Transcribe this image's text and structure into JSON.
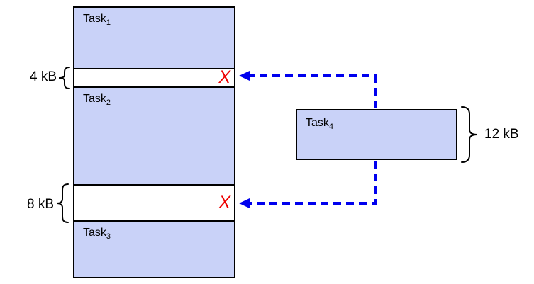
{
  "diagram_type": "memory-fragmentation",
  "colors": {
    "block_fill": "#c9d2f8",
    "block_border": "#000000",
    "arrow_blue": "#0000ee",
    "reject_red": "#ee0000",
    "background": "#ffffff"
  },
  "memory_map": {
    "blocks": [
      {
        "name": "Task",
        "sub": "1"
      },
      {
        "name": "Task",
        "sub": "2"
      },
      {
        "name": "Task",
        "sub": "3"
      }
    ],
    "free_gaps": [
      {
        "size_label": "4 kB",
        "reject_mark": "X"
      },
      {
        "size_label": "8 kB",
        "reject_mark": "X"
      }
    ]
  },
  "pending_task": {
    "name": "Task",
    "sub": "4",
    "size_label": "12 kB"
  }
}
